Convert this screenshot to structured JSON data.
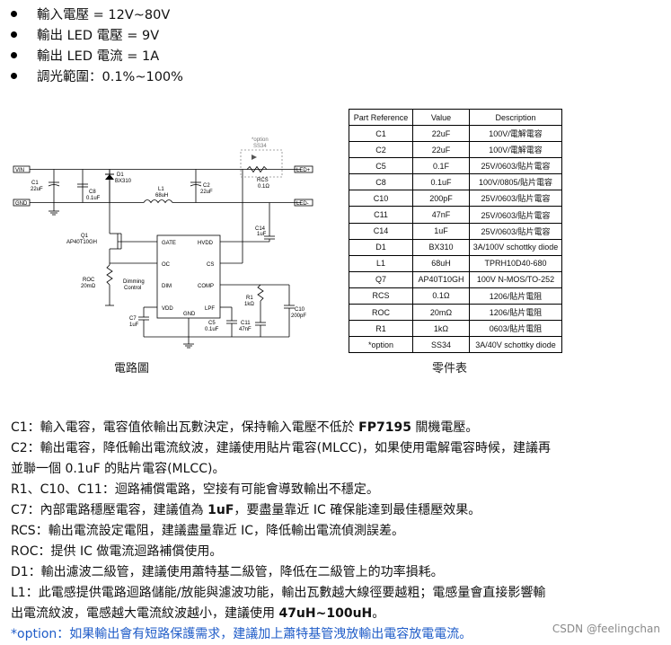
{
  "specs": [
    "輸入電壓 = 12V~80V",
    "輸出 LED 電壓 = 9V",
    "輸出 LED 電流 = 1A",
    "調光範圍：0.1%~100%"
  ],
  "circuit": {
    "caption": "電路圖",
    "labels": {
      "vin": "VIN",
      "gnd": "GND",
      "led_plus": "LED+",
      "led_minus": "LED-",
      "c1": "C1",
      "c1v": "22uF",
      "c8": "C8",
      "c8v": "0.1uF",
      "d1": "D1",
      "d1v": "BX310",
      "l1": "L1",
      "l1v": "68uH",
      "c2": "C2",
      "c2v": "22uF",
      "option": "*option",
      "ss34": "SS34",
      "rcs": "RCS",
      "rcsv": "0.1Ω",
      "c14": "C14",
      "c14v": "1uF",
      "q1": "Q1",
      "q1v": "AP40T10GH",
      "roc": "ROC",
      "rocv": "20mΩ",
      "dimming": "Dimming",
      "control": "Control",
      "r1": "R1",
      "r1v": "1kΩ",
      "c10": "C10",
      "c10v": "200pF",
      "c7": "C7",
      "c7v": "1uF",
      "c5": "C5",
      "c5v": "0.1uF",
      "c11": "C11",
      "c11v": "47nF",
      "pin_gate": "GATE",
      "pin_hvdd": "HVDD",
      "pin_oc": "OC",
      "pin_cs": "CS",
      "pin_dim": "DIM",
      "pin_comp": "COMP",
      "pin_vdd": "VDD",
      "pin_lpf": "LPF",
      "pin_gnd": "GND"
    }
  },
  "parts_table": {
    "caption": "零件表",
    "headers": [
      "Part Reference",
      "Value",
      "Description"
    ],
    "rows": [
      [
        "C1",
        "22uF",
        "100V/電解電容"
      ],
      [
        "C2",
        "22uF",
        "100V/電解電容"
      ],
      [
        "C5",
        "0.1F",
        "25V/0603/貼片電容"
      ],
      [
        "C8",
        "0.1uF",
        "100V/0805/貼片電容"
      ],
      [
        "C10",
        "200pF",
        "25V/0603/貼片電容"
      ],
      [
        "C11",
        "47nF",
        "25V/0603/貼片電容"
      ],
      [
        "C14",
        "1uF",
        "25V/0603/貼片電容"
      ],
      [
        "D1",
        "BX310",
        "3A/100V schottky diode"
      ],
      [
        "L1",
        "68uH",
        "TPRH10D40-680"
      ],
      [
        "Q7",
        "AP40T10GH",
        "100V N-MOS/TO-252"
      ],
      [
        "RCS",
        "0.1Ω",
        "1206/貼片電阻"
      ],
      [
        "ROC",
        "20mΩ",
        "1206/貼片電阻"
      ],
      [
        "R1",
        "1kΩ",
        "0603/貼片電阻"
      ],
      [
        "*option",
        "SS34",
        "3A/40V schottky diode"
      ]
    ]
  },
  "notes": [
    {
      "t": "C1：輸入電容，電容值依輸出瓦數決定，保持輸入電壓不低於 ",
      "b": "FP7195",
      "t2": " 關機電壓。"
    },
    {
      "t": "C2：輸出電容，降低輸出電流紋波，建議使用貼片電容(MLCC)，如果使用電解電容時候，建議再",
      "b": "",
      "t2": ""
    },
    {
      "t": "並聯一個 0.1uF 的貼片電容(MLCC)。",
      "b": "",
      "t2": ""
    },
    {
      "t": "R1、C10、C11：迴路補償電路，空接有可能會導致輸出不穩定。",
      "b": "",
      "t2": ""
    },
    {
      "t": "C7：內部電路穩壓電容，建議值為 ",
      "b": "1uF",
      "t2": "，要盡量靠近 IC 確保能達到最佳穩壓效果。"
    },
    {
      "t": "RCS：輸出電流設定電阻，建議盡量靠近 IC，降低輸出電流偵測誤差。",
      "b": "",
      "t2": ""
    },
    {
      "t": "ROC：提供 IC 做電流迴路補償使用。",
      "b": "",
      "t2": ""
    },
    {
      "t": "D1：輸出濾波二級管，建議使用蕭特基二級管，降低在二級管上的功率損耗。",
      "b": "",
      "t2": ""
    },
    {
      "t": "L1：此電感提供電路迴路儲能/放能與濾波功能，輸出瓦數越大線徑要越粗；電感量會直接影響輸",
      "b": "",
      "t2": ""
    },
    {
      "t": "出電流紋波，電感越大電流紋波越小，建議使用 ",
      "b": "47uH~100uH",
      "t2": "。"
    }
  ],
  "option_note": "*option：如果輸出會有短路保護需求，建議加上蕭特基管洩放輸出電容放電電流。",
  "watermark": "CSDN @feelingchan",
  "colors": {
    "option_text": "#1f5cc8",
    "watermark": "#8a8a8a"
  }
}
